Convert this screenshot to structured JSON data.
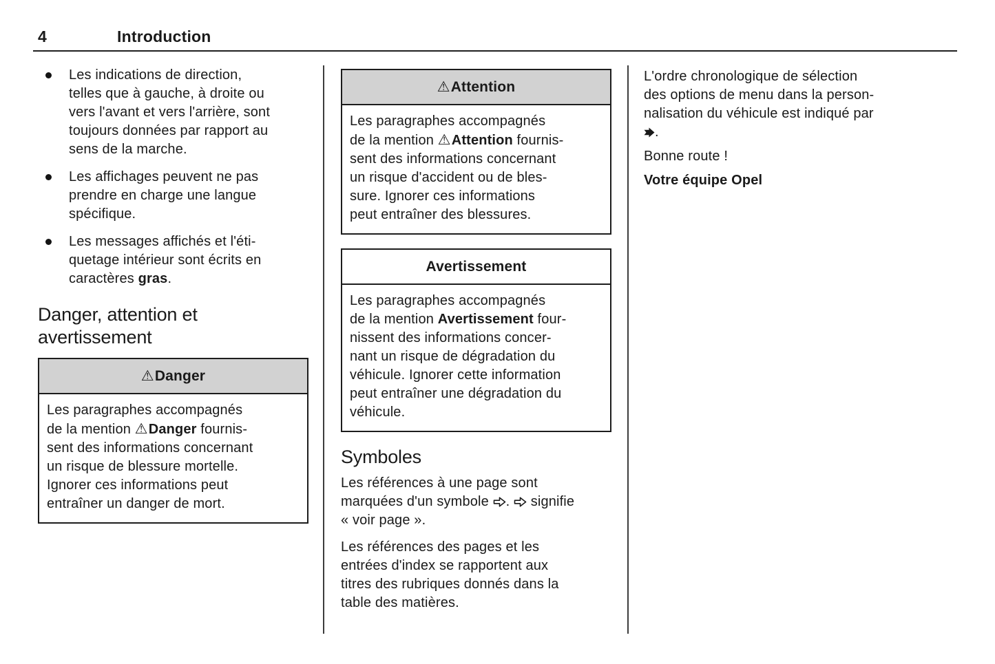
{
  "header": {
    "page_number": "4",
    "title": "Introduction"
  },
  "columns": {
    "left": {
      "bullets": [
        [
          {
            "t": "Les indications de direction,\ntelles que à gauche, à droite ou\nvers l'avant et vers l'arrière, sont\ntoujours données par rapport au\nsens de la marche."
          }
        ],
        [
          {
            "t": "Les affichages peuvent ne pas\nprendre en charge une langue\nspécifique."
          }
        ],
        [
          {
            "t": "Les messages affichés et l'éti-\nquetage intérieur sont écrits en\ncaractères "
          },
          {
            "t": "gras",
            "b": true
          },
          {
            "t": "."
          }
        ]
      ],
      "heading": "Danger, attention et\navertissement",
      "danger_box": {
        "title": [
          {
            "i": "warning"
          },
          {
            "t": "Danger",
            "b": true
          }
        ],
        "body": [
          {
            "t": "Les paragraphes accompagnés\nde la mention "
          },
          {
            "i": "warning"
          },
          {
            "t": "Danger",
            "b": true
          },
          {
            "t": " fournis-\nsent des informations concernant\nun risque de blessure mortelle.\nIgnorer ces informations peut\nentraîner un danger de mort."
          }
        ]
      }
    },
    "middle": {
      "attention_box": {
        "title": [
          {
            "i": "warning"
          },
          {
            "t": "Attention",
            "b": true
          }
        ],
        "body": [
          {
            "t": "Les paragraphes accompagnés\nde la mention "
          },
          {
            "i": "warning"
          },
          {
            "t": "Attention",
            "b": true
          },
          {
            "t": " fournis-\nsent des informations concernant\nun risque d'accident ou de bles-\nsure. Ignorer ces informations\npeut entraîner des blessures."
          }
        ]
      },
      "avertissement_box": {
        "title": [
          {
            "t": "Avertissement",
            "b": true
          }
        ],
        "body": [
          {
            "t": "Les paragraphes accompagnés\nde la mention "
          },
          {
            "t": "Avertissement",
            "b": true
          },
          {
            "t": " four-\nnissent des informations concer-\nnant un risque de dégradation du\nvéhicule. Ignorer cette information\npeut entraîner une dégradation du\nvéhicule."
          }
        ]
      },
      "symbols_heading": "Symboles",
      "symbols_p1": [
        {
          "t": "Les références à une page sont\nmarquées d'un symbole "
        },
        {
          "i": "page-ref"
        },
        {
          "t": ". "
        },
        {
          "i": "page-ref"
        },
        {
          "t": " signifie\n« voir page »."
        }
      ],
      "symbols_p2": [
        {
          "t": "Les références des pages et les\nentrées d'index se rapportent aux\ntitres des rubriques donnés dans la\ntable des matières."
        }
      ]
    },
    "right": {
      "p1": [
        {
          "t": "L'ordre chronologique de sélection\ndes options de menu dans la person-\nnalisation du véhicule est indiqué par\n"
        },
        {
          "i": "menu-arrow"
        },
        {
          "t": "."
        }
      ],
      "farewell": "Bonne route !",
      "sign_off": "Votre équipe Opel"
    }
  },
  "icons": {
    "warning": "⚠︎",
    "page-ref": "page-reference-arrow",
    "menu-arrow": "menu-sequence-arrow"
  },
  "colors": {
    "box_header_bg": "#d2d2d2",
    "box_border": "#1c1c1c",
    "text": "#1a1a1a"
  }
}
